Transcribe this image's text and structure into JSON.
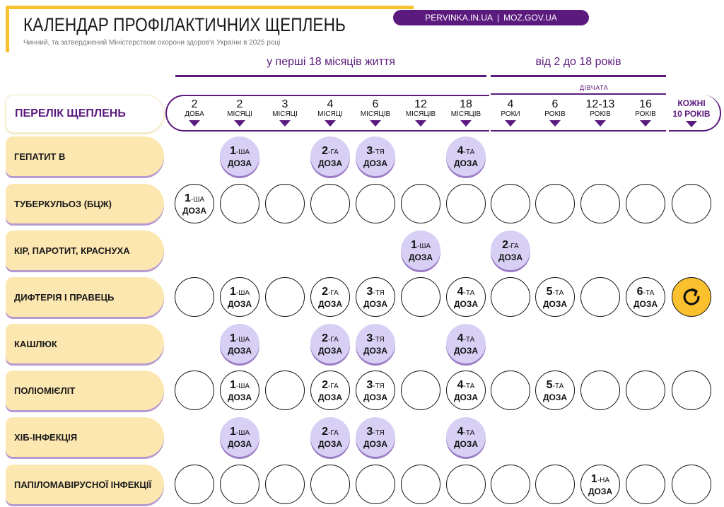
{
  "header": {
    "title": "КАЛЕНДАР ПРОФІЛАКТИЧНИХ ЩЕПЛЕНЬ",
    "subtitle": "Чинний, та затверджений Міністерством охорони здоров'я України в 2025 році",
    "link1": "PERVINKA.IN.UA",
    "sep": "|",
    "link2": "MOZ.GOV.UA"
  },
  "sections": {
    "first": "у перші 18 місяців життя",
    "second": "від 2 до 18 років",
    "girls": "ДІВЧАТА"
  },
  "list_title": "ПЕРЕЛІК ЩЕПЛЕНЬ",
  "columns": [
    {
      "n": "2",
      "u": "ДОБА"
    },
    {
      "n": "2",
      "u": "МІСЯЦІ"
    },
    {
      "n": "3",
      "u": "МІСЯЦІ"
    },
    {
      "n": "4",
      "u": "МІСЯЦІ"
    },
    {
      "n": "6",
      "u": "МІСЯЦІВ"
    },
    {
      "n": "12",
      "u": "МІСЯЦІВ"
    },
    {
      "n": "18",
      "u": "МІСЯЦІВ"
    },
    {
      "n": "4",
      "u": "РОКИ"
    },
    {
      "n": "6",
      "u": "РОКІВ"
    },
    {
      "n": "12-13",
      "u": "РОКІВ"
    },
    {
      "n": "16",
      "u": "РОКІВ"
    },
    {
      "n": "КОЖНІ",
      "u": "10 РОКІВ",
      "special": true
    }
  ],
  "dose_word": "ДОЗА",
  "colors": {
    "purple": "#5b1a7e",
    "label_bg": "#fde7b0",
    "dose_fill": "#d8cff5",
    "repeat": "#fbc02d"
  },
  "rows": [
    {
      "name": "ГЕПАТИТ В",
      "cells": [
        "n",
        [
          "f",
          "1",
          "-ША"
        ],
        "n",
        [
          "f",
          "2",
          "-ГА"
        ],
        [
          "f",
          "3",
          "-ТЯ"
        ],
        "n",
        [
          "f",
          "4",
          "-ТА"
        ],
        "n",
        "n",
        "n",
        "n",
        "n"
      ]
    },
    {
      "name": "ТУБЕРКУЛЬОЗ (БЦЖ)",
      "cells": [
        [
          "o",
          "1",
          "-ША"
        ],
        "o",
        "o",
        "o",
        "o",
        "o",
        "o",
        "o",
        "o",
        "o",
        "o",
        "o"
      ]
    },
    {
      "name": "КІР, ПАРОТИТ, КРАСНУХА",
      "cells": [
        "n",
        "n",
        "n",
        "n",
        "n",
        [
          "f",
          "1",
          "-ША"
        ],
        "n",
        [
          "f",
          "2",
          "-ГА"
        ],
        "n",
        "n",
        "n",
        "n"
      ]
    },
    {
      "name": "ДИФТЕРІЯ І ПРАВЕЦЬ",
      "cells": [
        "o",
        [
          "o",
          "1",
          "-ША"
        ],
        "o",
        [
          "o",
          "2",
          "-ГА"
        ],
        [
          "o",
          "3",
          "-ТЯ"
        ],
        "o",
        [
          "o",
          "4",
          "-ТА"
        ],
        "o",
        [
          "o",
          "5",
          "-ТА"
        ],
        "o",
        [
          "o",
          "6",
          "-ТА"
        ],
        "r"
      ]
    },
    {
      "name": "КАШЛЮК",
      "cells": [
        "n",
        [
          "f",
          "1",
          "-ША"
        ],
        "n",
        [
          "f",
          "2",
          "-ГА"
        ],
        [
          "f",
          "3",
          "-ТЯ"
        ],
        "n",
        [
          "f",
          "4",
          "-ТА"
        ],
        "n",
        "n",
        "n",
        "n",
        "n"
      ]
    },
    {
      "name": "ПОЛІОМІЄЛІТ",
      "cells": [
        "o",
        [
          "o",
          "1",
          "-ША"
        ],
        "o",
        [
          "o",
          "2",
          "-ГА"
        ],
        [
          "o",
          "3",
          "-ТЯ"
        ],
        "o",
        [
          "o",
          "4",
          "-ТА"
        ],
        "o",
        [
          "o",
          "5",
          "-ТА"
        ],
        "o",
        "o",
        "o"
      ]
    },
    {
      "name": "ХІБ-ІНФЕКЦІЯ",
      "cells": [
        "n",
        [
          "f",
          "1",
          "-ША"
        ],
        "n",
        [
          "f",
          "2",
          "-ГА"
        ],
        [
          "f",
          "3",
          "-ТЯ"
        ],
        "n",
        [
          "f",
          "4",
          "-ТА"
        ],
        "n",
        "n",
        "n",
        "n",
        "n"
      ]
    },
    {
      "name": "ПАПІЛОМАВІРУСНОЇ ІНФЕКЦІЇ",
      "cells": [
        "o",
        "o",
        "o",
        "o",
        "o",
        "o",
        "o",
        "o",
        "o",
        [
          "o",
          "1",
          "-НА"
        ],
        "o",
        "o"
      ]
    }
  ]
}
